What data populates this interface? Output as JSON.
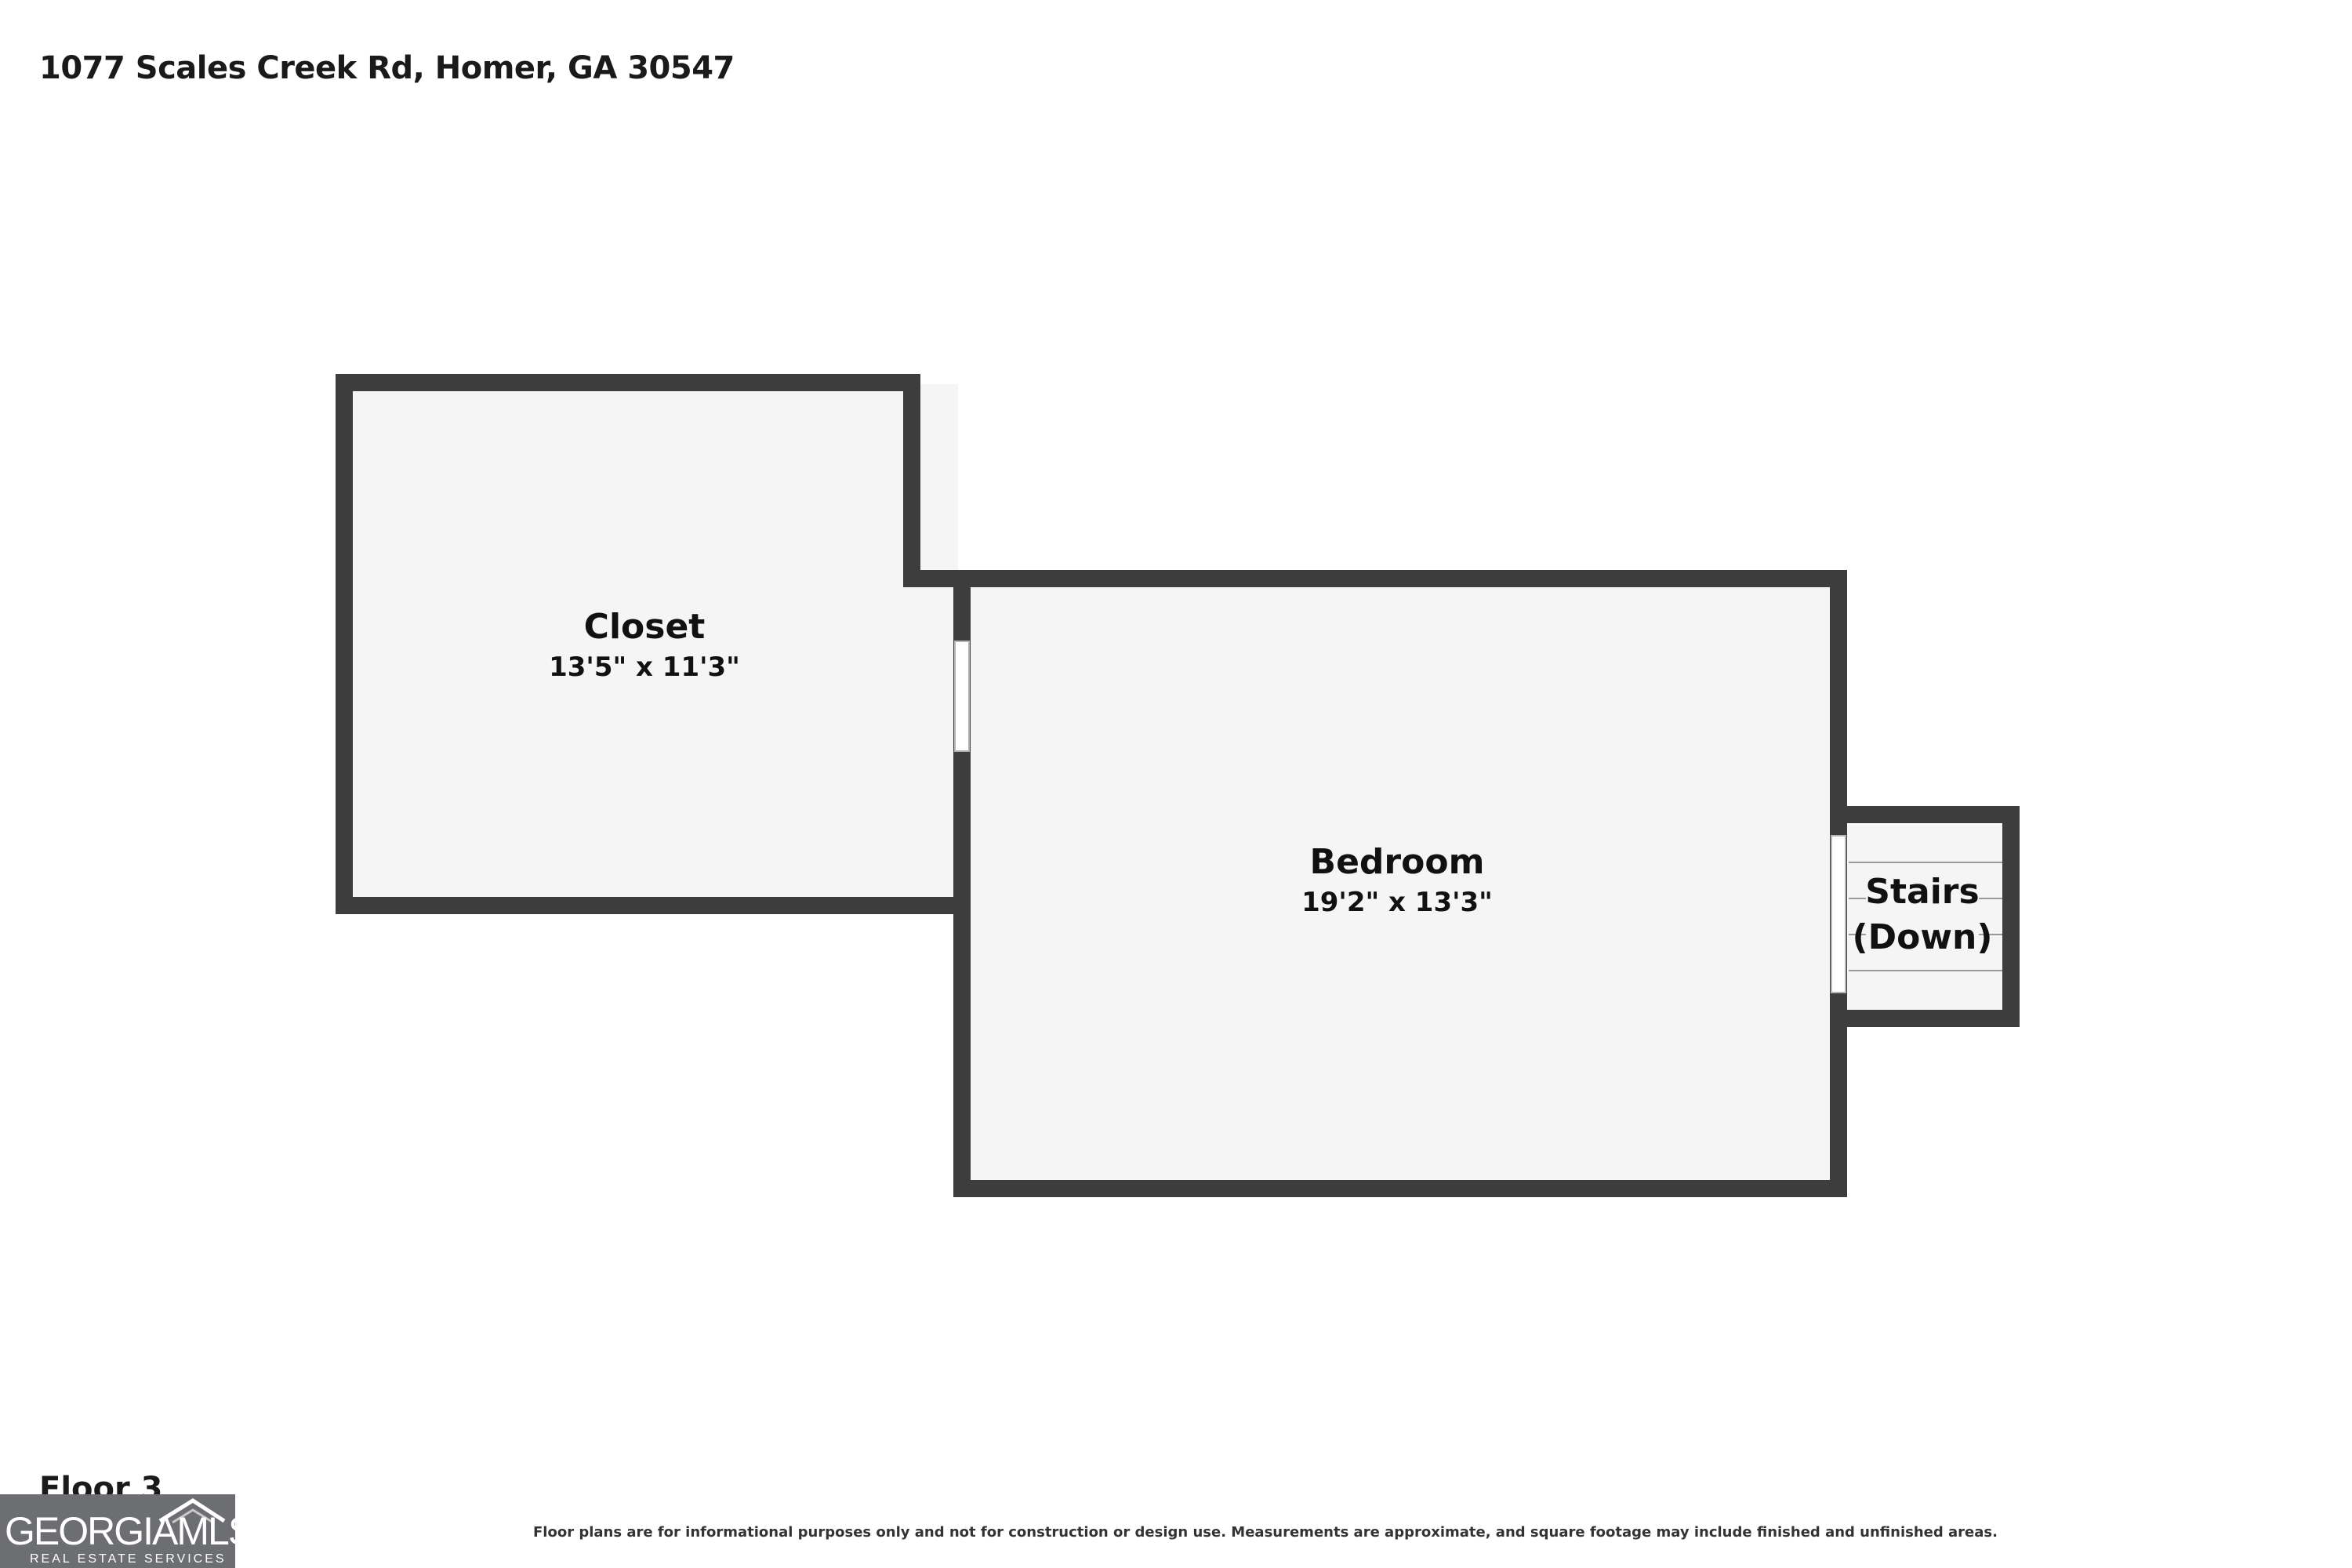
{
  "header": {
    "address": "1077 Scales Creek Rd, Homer, GA 30547"
  },
  "rooms": [
    {
      "name": "Closet",
      "dimensions": "13'5\" x 11'3\""
    },
    {
      "name": "Bedroom",
      "dimensions": "19'2\" x 13'3\""
    },
    {
      "name_line1": "Stairs",
      "name_line2": "(Down)"
    }
  ],
  "footer": {
    "floor_label": "Floor 3",
    "disclaimer": "Floor plans are for informational purposes only and not for construction or design use. Measurements are approximate, and square footage may include finished and unfinished areas."
  },
  "logo": {
    "main": "GEORGIAMLS",
    "sub": "REAL ESTATE SERVICES"
  },
  "colors": {
    "wall": "#3d3d3d",
    "floor": "#f5f5f5",
    "logo_bg": "#6d6e71"
  }
}
